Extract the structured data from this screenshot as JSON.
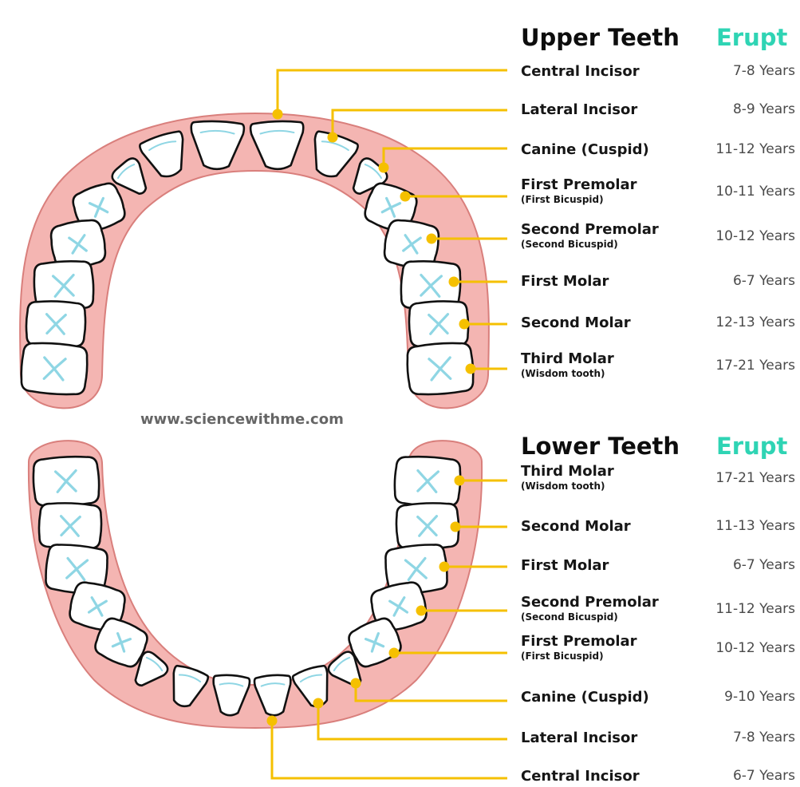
{
  "credit": "www.sciencewithme.com",
  "colors": {
    "gum": "#f4b5b2",
    "gum_outline": "#d97f7c",
    "tooth_outline": "#111111",
    "tooth_accent": "#8fd6e4",
    "leader": "#f5c000",
    "erupt_heading": "#2fd4b4"
  },
  "upper": {
    "heading": "Upper Teeth",
    "erupt_heading": "Erupt",
    "items": [
      {
        "name": "Central Incisor",
        "sub": "",
        "age": "7-8 Years"
      },
      {
        "name": "Lateral Incisor",
        "sub": "",
        "age": "8-9 Years"
      },
      {
        "name": "Canine (Cuspid)",
        "sub": "",
        "age": "11-12 Years"
      },
      {
        "name": "First Premolar",
        "sub": "(First Bicuspid)",
        "age": "10-11 Years"
      },
      {
        "name": "Second Premolar",
        "sub": "(Second Bicuspid)",
        "age": "10-12 Years"
      },
      {
        "name": "First Molar",
        "sub": "",
        "age": "6-7 Years"
      },
      {
        "name": "Second Molar",
        "sub": "",
        "age": "12-13 Years"
      },
      {
        "name": "Third Molar",
        "sub": "(Wisdom tooth)",
        "age": "17-21 Years"
      }
    ]
  },
  "lower": {
    "heading": "Lower Teeth",
    "erupt_heading": "Erupt",
    "items": [
      {
        "name": "Third Molar",
        "sub": "(Wisdom tooth)",
        "age": "17-21 Years"
      },
      {
        "name": "Second Molar",
        "sub": "",
        "age": "11-13 Years"
      },
      {
        "name": "First Molar",
        "sub": "",
        "age": "6-7 Years"
      },
      {
        "name": "Second Premolar",
        "sub": "(Second Bicuspid)",
        "age": "11-12 Years"
      },
      {
        "name": "First Premolar",
        "sub": "(First Bicuspid)",
        "age": "10-12 Years"
      },
      {
        "name": "Canine (Cuspid)",
        "sub": "",
        "age": "9-10 Years"
      },
      {
        "name": "Lateral Incisor",
        "sub": "",
        "age": "7-8 Years"
      },
      {
        "name": "Central Incisor",
        "sub": "",
        "age": "6-7 Years"
      }
    ]
  }
}
